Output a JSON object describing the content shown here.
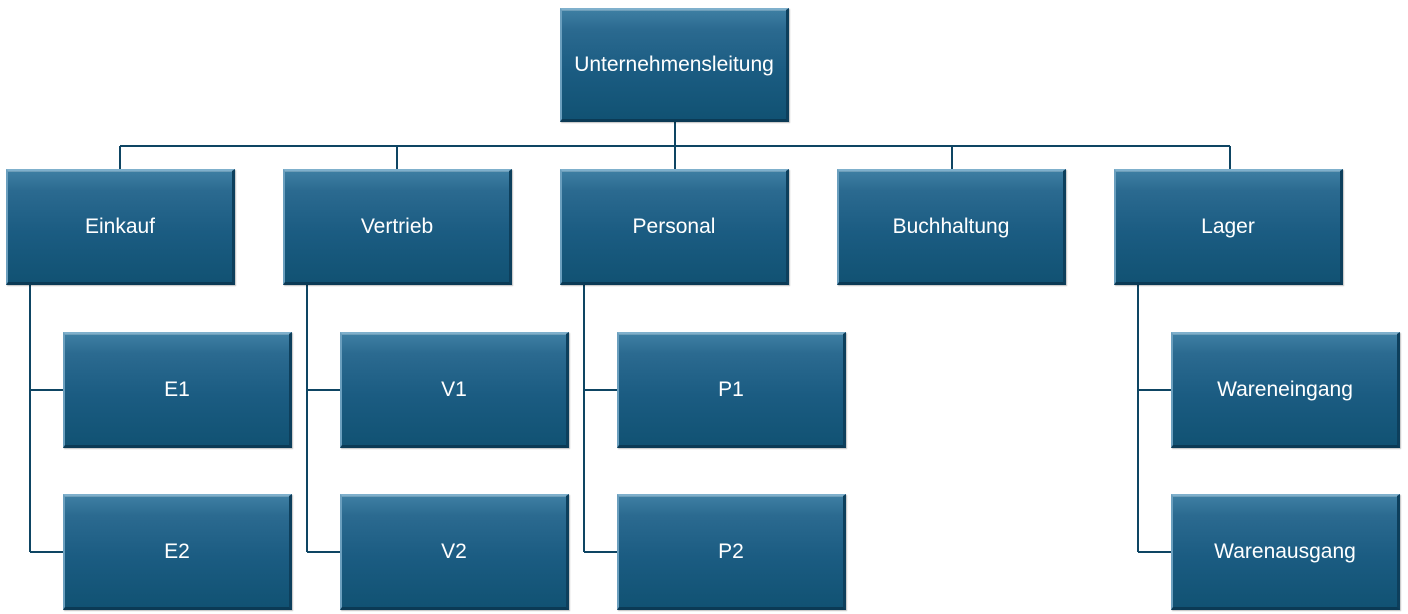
{
  "diagram": {
    "root": {
      "label": "Unternehmensleitung"
    },
    "departments": [
      {
        "id": "einkauf",
        "label": "Einkauf",
        "children": [
          "E1",
          "E2"
        ]
      },
      {
        "id": "vertrieb",
        "label": "Vertrieb",
        "children": [
          "V1",
          "V2"
        ]
      },
      {
        "id": "personal",
        "label": "Personal",
        "children": [
          "P1",
          "P2"
        ]
      },
      {
        "id": "buchhaltung",
        "label": "Buchhaltung",
        "children": []
      },
      {
        "id": "lager",
        "label": "Lager",
        "children": [
          "Wareneingang",
          "Warenausgang"
        ]
      }
    ],
    "colors": {
      "box": "#175a80",
      "connector": "#0e4563",
      "text": "#ffffff"
    }
  }
}
